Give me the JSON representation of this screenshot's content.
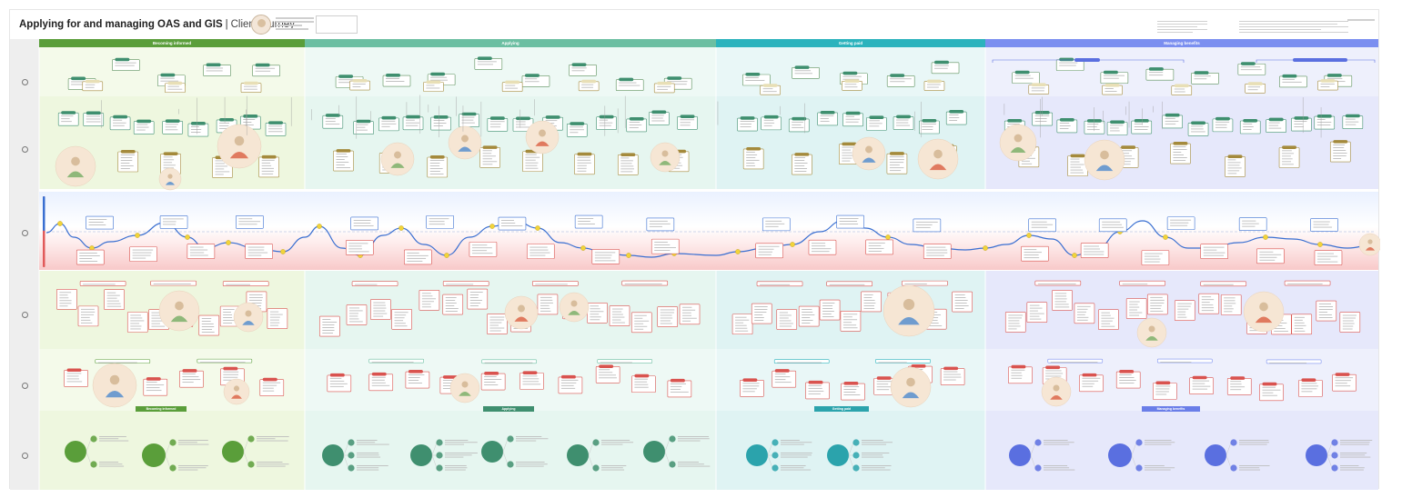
{
  "header": {
    "title_main": "Applying for and managing OAS and GIS",
    "separator": "|",
    "title_sub": "Client journey"
  },
  "phases": [
    {
      "id": "becoming-informed",
      "label": "Becoming informed",
      "color": "#5a9e3a",
      "bg": "#eef7df"
    },
    {
      "id": "applying",
      "label": "Applying",
      "color": "#6cbfa2",
      "bg": "#e6f6f0"
    },
    {
      "id": "getting-paid",
      "label": "Getting paid",
      "color": "#2bb3bd",
      "bg": "#dff3f3"
    },
    {
      "id": "managing-benefits",
      "label": "Managing benefits",
      "color": "#7b8ff0",
      "bg": "#e6e8fb"
    }
  ],
  "bottom_tags": [
    "Becoming informed",
    "Applying",
    "Getting paid",
    "Managing benefits"
  ],
  "colors": {
    "emotion_line": "#3a6fd1",
    "emotion_point": "#f2d43a",
    "negative_card": "#d9534f",
    "tag_dark_green": "#3f8f6f",
    "tag_olive": "#a48a3c"
  }
}
